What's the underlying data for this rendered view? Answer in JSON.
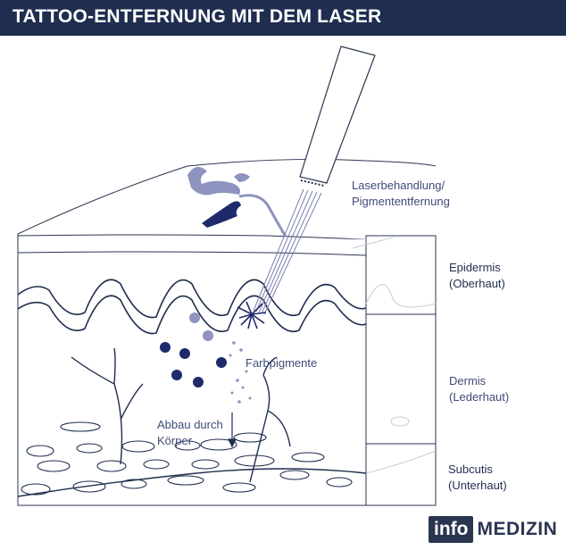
{
  "title": "TATTOO-ENTFERNUNG MIT DEM LASER",
  "labels": {
    "laser_line1": "Laserbehandlung/",
    "laser_line2": "Pigmententfernung",
    "epidermis_line1": "Epidermis",
    "epidermis_line2": "(Oberhaut)",
    "dermis_line1": "Dermis",
    "dermis_line2": "(Lederhaut)",
    "subcutis_line1": "Subcutis",
    "subcutis_line2": "(Unterhaut)",
    "pigments": "Farbpigmente",
    "abbau_line1": "Abbau durch",
    "abbau_line2": "Körper"
  },
  "logo": {
    "box_text": "info",
    "word": "MEDIZIN"
  },
  "colors": {
    "header_bg": "#1f2d4f",
    "pigment_dark": "#1f2a6b",
    "pigment_light": "#8e93bf",
    "line": "#1f2d4f"
  }
}
